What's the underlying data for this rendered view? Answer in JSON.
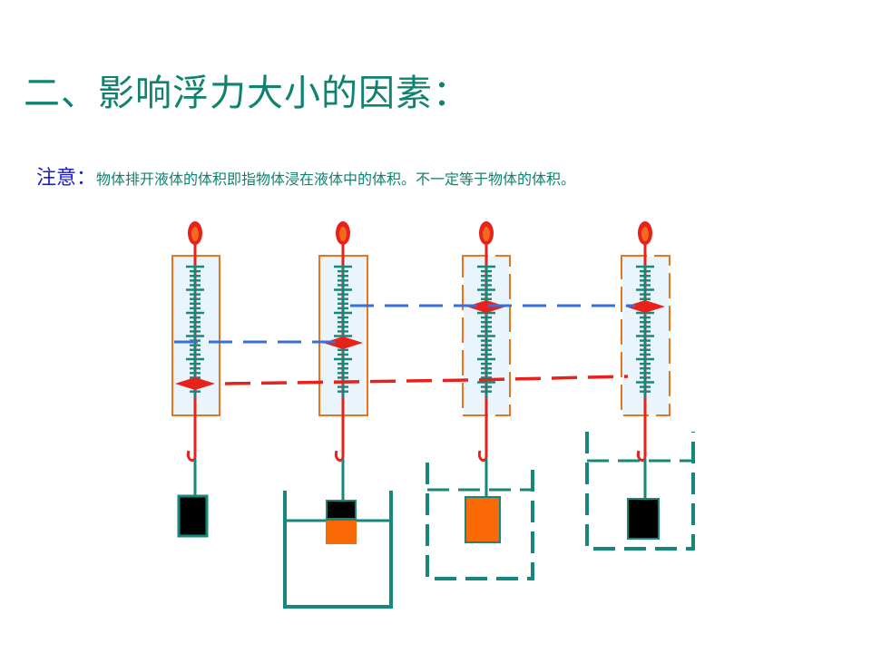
{
  "slide": {
    "title": "二、影响浮力大小的因素：",
    "note_label": "注意：",
    "note_text": "物体排开液体的体积即指物体浸在液体中的体积。不一定等于物体的体积。"
  },
  "colors": {
    "teal": "#16877a",
    "scale_frame": "#e8741e",
    "scale_fill": "#e9f4fb",
    "hook_red": "#e8211b",
    "flame_orange": "#f26a1a",
    "dash_blue": "#3a6fd8",
    "dash_red": "#e8211b",
    "block_black": "#000000",
    "block_orange": "#f96a07"
  },
  "diagram": {
    "scales": [
      {
        "frame_style": "solid",
        "pointer_level": "low"
      },
      {
        "frame_style": "solid",
        "pointer_level": "middle"
      },
      {
        "frame_style": "dashed",
        "pointer_level": "high"
      },
      {
        "frame_style": "dashed",
        "pointer_level": "high"
      }
    ],
    "blocks": [
      {
        "state": "in air"
      },
      {
        "state": "partly immersed"
      },
      {
        "state": "fully immersed"
      },
      {
        "state": "fully immersed"
      }
    ]
  }
}
